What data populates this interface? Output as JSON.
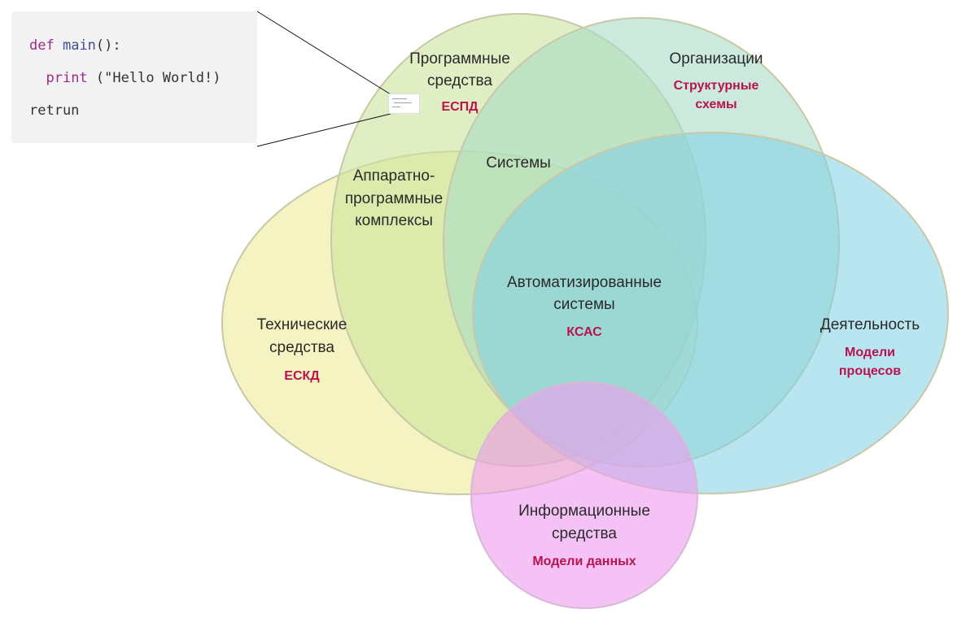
{
  "code": {
    "line1": {
      "kw": "def",
      "fn": "main",
      "rest": "():"
    },
    "line2": {
      "fn": "print",
      "rest": " (\"Hello World!)"
    },
    "line3": {
      "text": "retrun"
    }
  },
  "colors": {
    "yellow": "#f2f0b0",
    "green": "#cde3a0",
    "teal": "#a8dcc6",
    "blue": "#7fd0e6",
    "pink": "#ee9cee",
    "accent": "#b8134f"
  },
  "venn": {
    "software": {
      "title_l1": "Программные",
      "title_l2": "средства",
      "sub": "ЕСПД"
    },
    "organizations": {
      "title": "Организации",
      "sub_l1": "Структурные",
      "sub_l2": "схемы"
    },
    "systems": {
      "title": "Системы"
    },
    "hardware_software": {
      "l1": "Аппаратно-",
      "l2": "программные",
      "l3": "комплексы"
    },
    "automated": {
      "l1": "Автоматизированные",
      "l2": "системы",
      "sub": "КСАС"
    },
    "technical": {
      "l1": "Технические",
      "l2": "средства",
      "sub": "ЕСКД"
    },
    "activity": {
      "title": "Деятельность",
      "sub_l1": "Модели",
      "sub_l2": "процесов"
    },
    "information": {
      "l1": "Информационные",
      "l2": "средства",
      "sub": "Модели данных"
    }
  }
}
